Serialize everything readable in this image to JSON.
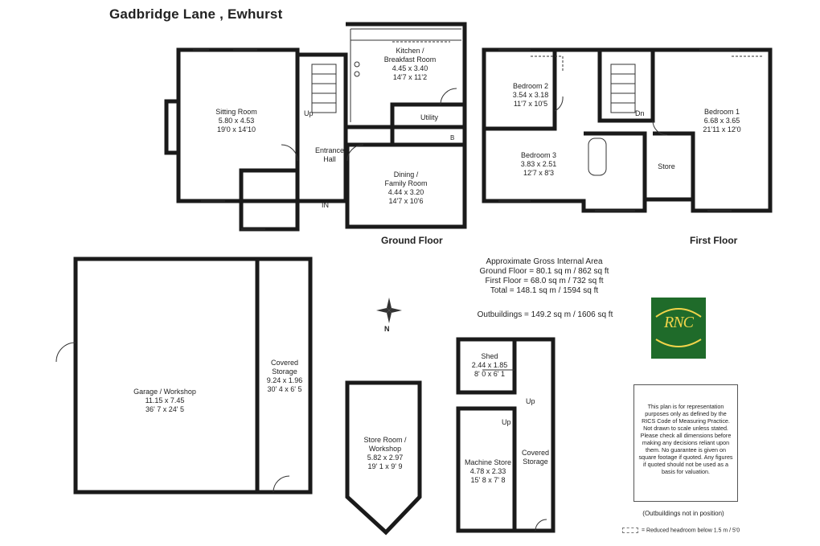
{
  "title": "Gadbridge Lane , Ewhurst",
  "floors": {
    "ground": "Ground Floor",
    "first": "First Floor"
  },
  "rooms": {
    "sitting": {
      "name": "Sitting Room",
      "metric": "5.80 x 4.53",
      "imperial": "19'0 x 14'10"
    },
    "kitchen": {
      "name": "Kitchen /",
      "name2": "Breakfast Room",
      "metric": "4.45 x 3.40",
      "imperial": "14'7 x 11'2"
    },
    "utility": {
      "name": "Utility"
    },
    "entrance": {
      "name": "Entrance",
      "name2": "Hall"
    },
    "dining": {
      "name": "Dining /",
      "name2": "Family Room",
      "metric": "4.44 x 3.20",
      "imperial": "14'7 x 10'6"
    },
    "bed2": {
      "name": "Bedroom 2",
      "metric": "3.54 x 3.18",
      "imperial": "11'7 x 10'5"
    },
    "bed3": {
      "name": "Bedroom 3",
      "metric": "3.83 x 2.51",
      "imperial": "12'7 x 8'3"
    },
    "bed1": {
      "name": "Bedroom 1",
      "metric": "6.68 x 3.65",
      "imperial": "21'11 x 12'0"
    },
    "store": {
      "name": "Store"
    },
    "garage": {
      "name": "Garage / Workshop",
      "metric": "11.15 x 7.45",
      "imperial": "36' 7 x 24' 5"
    },
    "covered1": {
      "name": "Covered",
      "name2": "Storage",
      "metric": "9.24 x 1.96",
      "imperial": "30' 4 x 6' 5"
    },
    "storeroom": {
      "name": "Store Room /",
      "name2": "Workshop",
      "metric": "5.82 x 2.97",
      "imperial": "19' 1 x 9' 9"
    },
    "shed": {
      "name": "Shed",
      "metric": "2.44 x 1.85",
      "imperial": "8' 0 x 6' 1"
    },
    "machine": {
      "name": "Machine Store",
      "metric": "4.78 x 2.33",
      "imperial": "15' 8 x 7' 8"
    },
    "covered2": {
      "name": "Covered",
      "name2": "Storage"
    }
  },
  "markers": {
    "up1": "Up",
    "dn": "Dn",
    "in": "IN",
    "b": "B",
    "up2": "Up",
    "up3": "Up",
    "north": "N"
  },
  "area": {
    "heading": "Approximate Gross Internal Area",
    "ground": "Ground Floor = 80.1 sq m / 862 sq ft",
    "first": "First Floor = 68.0 sq m / 732 sq ft",
    "total": "Total = 148.1 sq m / 1594 sq ft",
    "outbuildings": "Outbuildings = 149.2 sq m / 1606 sq ft"
  },
  "logo_text": "RNC",
  "disclaimer": "This plan is for representation purposes only as defined by the RICS Code of Measuring Practice. Not drawn to scale unless stated. Please check all dimensions before making any decisions reliant upon them. No guarantee is given on square footage if quoted. Any figures if quoted should not be used as a basis for valuation.",
  "not_in_position": "(Outbuildings not in position)",
  "legend": "= Reduced headroom below 1.5 m / 5'0",
  "colors": {
    "wall": "#1a1a1a",
    "logo_bg": "#1f6b2a",
    "logo_fg": "#f0d44a"
  }
}
